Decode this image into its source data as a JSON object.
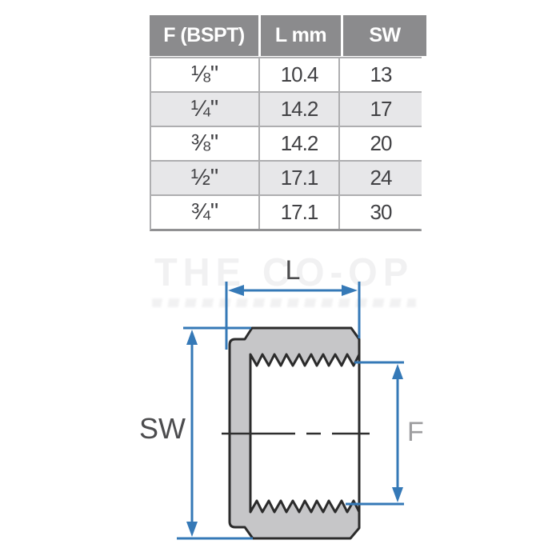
{
  "table": {
    "columns": [
      "F (BSPT)",
      "L mm",
      "SW"
    ],
    "rows": [
      [
        "⅛\"",
        "10.4",
        "13"
      ],
      [
        "¼\"",
        "14.2",
        "17"
      ],
      [
        "⅜\"",
        "14.2",
        "20"
      ],
      [
        "½\"",
        "17.1",
        "24"
      ],
      [
        "¾\"",
        "17.1",
        "30"
      ]
    ]
  },
  "watermark": {
    "title": "THE CO-OP"
  },
  "diagram": {
    "labels": {
      "L": "L",
      "SW": "SW",
      "F": "F"
    }
  },
  "colors": {
    "dimension_blue": "#3579b7",
    "body_fill": "#c6c6c8",
    "outline": "#2b2b2b",
    "header_bg": "#8b8b8d",
    "row_alt_bg": "#e7e7e9",
    "header_text": "#ffffff",
    "cell_text": "#414144",
    "label_dark": "#4c4c4e",
    "label_light": "#9d9d9f"
  }
}
